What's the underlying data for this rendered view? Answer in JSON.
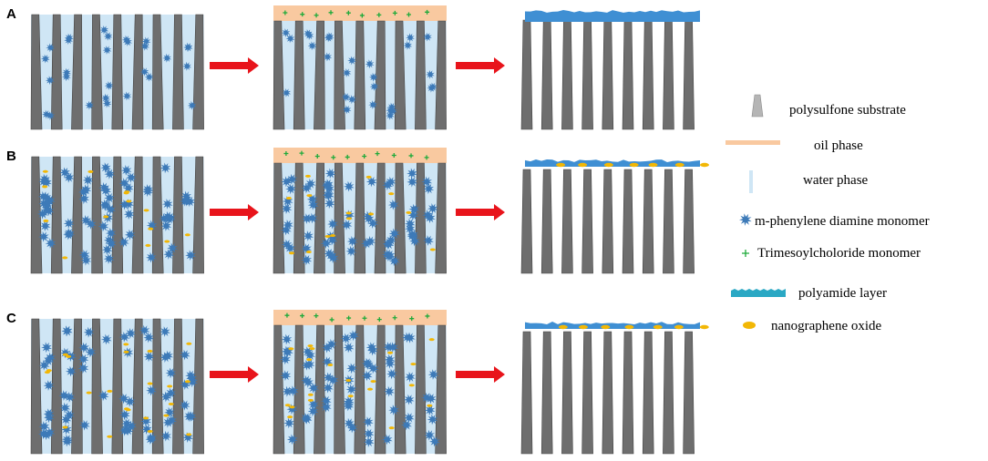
{
  "rows": [
    {
      "label": "A",
      "variant": "plain"
    },
    {
      "label": "B",
      "variant": "graphene"
    },
    {
      "label": "C",
      "variant": "graphene-dense"
    }
  ],
  "legend": [
    {
      "key": "substrate",
      "icon": "substrate-icon",
      "text": "polysulfone substrate"
    },
    {
      "key": "oil",
      "icon": "oil-phase-icon",
      "text": "oil phase"
    },
    {
      "key": "water",
      "icon": "water-phase-icon",
      "text": "water phase"
    },
    {
      "key": "mpd",
      "icon": "mpd-monomer-icon",
      "text": "m-phenylene diamine monomer"
    },
    {
      "key": "tmc",
      "icon": "tmc-monomer-icon",
      "text": "Trimesoylcholoride monomer"
    },
    {
      "key": "pa",
      "icon": "polyamide-layer-icon",
      "text": "polyamide layer"
    },
    {
      "key": "go",
      "icon": "graphene-oxide-icon",
      "text": "nanographene oxide"
    }
  ],
  "colors": {
    "substrate": "#6e6e6e",
    "substrate_edge": "#444444",
    "oil": "#f9c9a0",
    "water": "#cfe6f5",
    "mpd": "#3d7ab8",
    "tmc": "#1faa3a",
    "polyamide": "#3f8fd3",
    "graphene": "#f2b705",
    "arrow": "#e8141b"
  }
}
